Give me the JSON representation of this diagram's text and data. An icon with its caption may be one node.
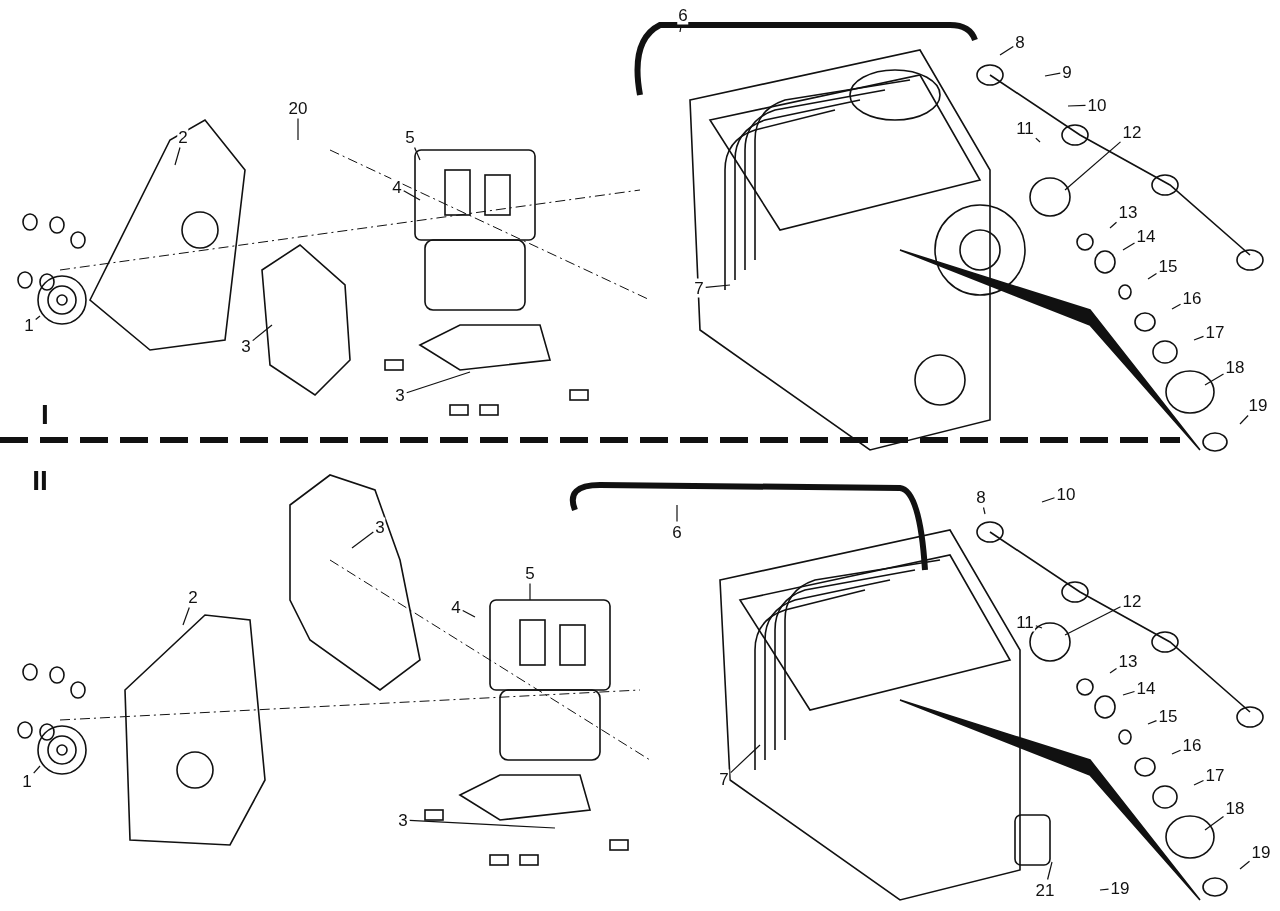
{
  "diagram": {
    "nodes": [
      {
        "text": [
          "6"
        ]
      },
      {
        "text": [
          "8"
        ]
      },
      {
        "text": [
          "9"
        ]
      },
      {
        "text": [
          "10"
        ]
      },
      {
        "text": [
          "20"
        ]
      },
      {
        "text": [
          "2"
        ]
      },
      {
        "text": [
          "5"
        ]
      },
      {
        "text": [
          "11"
        ]
      },
      {
        "text": [
          "12"
        ]
      },
      {
        "text": [
          "4"
        ]
      },
      {
        "text": [
          "13"
        ]
      },
      {
        "text": [
          "14"
        ]
      },
      {
        "text": [
          "15"
        ]
      },
      {
        "text": [
          "7"
        ]
      },
      {
        "text": [
          "16"
        ]
      },
      {
        "text": [
          "1"
        ]
      },
      {
        "text": [
          "3"
        ]
      },
      {
        "text": [
          "17"
        ]
      },
      {
        "text": [
          "3"
        ]
      },
      {
        "text": [
          "18"
        ]
      },
      {
        "text": [
          "19"
        ]
      },
      {
        "text": [
          "3"
        ]
      },
      {
        "text": [
          "6"
        ]
      },
      {
        "text": [
          "8"
        ]
      },
      {
        "text": [
          "10"
        ]
      },
      {
        "text": [
          "2"
        ]
      },
      {
        "text": [
          "5"
        ]
      },
      {
        "text": [
          "4"
        ]
      },
      {
        "text": [
          "11"
        ]
      },
      {
        "text": [
          "12"
        ]
      },
      {
        "text": [
          "13"
        ]
      },
      {
        "text": [
          "14"
        ]
      },
      {
        "text": [
          "15"
        ]
      },
      {
        "text": [
          "16"
        ]
      },
      {
        "text": [
          "1"
        ]
      },
      {
        "text": [
          "7"
        ]
      },
      {
        "text": [
          "17"
        ]
      },
      {
        "text": [
          "18"
        ]
      },
      {
        "text": [
          "3"
        ]
      },
      {
        "text": [
          "19"
        ]
      },
      {
        "text": [
          "21"
        ]
      },
      {
        "text": [
          "19"
        ]
      }
    ],
    "edges": [
      {
        "from": 0,
        "to": null,
        "arrow": "none"
      },
      {
        "from": 1,
        "to": null,
        "arrow": "none"
      },
      {
        "from": 2,
        "to": null,
        "arrow": "none"
      },
      {
        "from": 3,
        "to": null,
        "arrow": "none"
      },
      {
        "from": 4,
        "to": null,
        "arrow": "none"
      },
      {
        "from": 5,
        "to": null,
        "arrow": "none"
      },
      {
        "from": 6,
        "to": null,
        "arrow": "none"
      },
      {
        "from": 7,
        "to": null,
        "arrow": "none"
      },
      {
        "from": 8,
        "to": null,
        "arrow": "none"
      },
      {
        "from": 9,
        "to": null,
        "arrow": "none"
      },
      {
        "from": 10,
        "to": null,
        "arrow": "none"
      },
      {
        "from": 11,
        "to": null,
        "arrow": "none"
      },
      {
        "from": 12,
        "to": null,
        "arrow": "none"
      },
      {
        "from": 13,
        "to": null,
        "arrow": "none"
      },
      {
        "from": 14,
        "to": null,
        "arrow": "none"
      },
      {
        "from": 15,
        "to": null,
        "arrow": "none"
      },
      {
        "from": 16,
        "to": null,
        "arrow": "none"
      },
      {
        "from": 17,
        "to": null,
        "arrow": "none"
      },
      {
        "from": 18,
        "to": null,
        "arrow": "none"
      },
      {
        "from": 19,
        "to": null,
        "arrow": "none"
      },
      {
        "from": 20,
        "to": null,
        "arrow": "none"
      },
      {
        "from": 21,
        "to": null,
        "arrow": "none"
      },
      {
        "from": 22,
        "to": null,
        "arrow": "none"
      },
      {
        "from": 23,
        "to": null,
        "arrow": "none"
      },
      {
        "from": 24,
        "to": null,
        "arrow": "none"
      },
      {
        "from": 25,
        "to": null,
        "arrow": "none"
      },
      {
        "from": 26,
        "to": null,
        "arrow": "none"
      },
      {
        "from": 27,
        "to": null,
        "arrow": "none"
      },
      {
        "from": 28,
        "to": null,
        "arrow": "none"
      },
      {
        "from": 29,
        "to": null,
        "arrow": "none"
      },
      {
        "from": 30,
        "to": null,
        "arrow": "none"
      },
      {
        "from": 31,
        "to": null,
        "arrow": "none"
      },
      {
        "from": 32,
        "to": null,
        "arrow": "none"
      },
      {
        "from": 33,
        "to": null,
        "arrow": "none"
      },
      {
        "from": 34,
        "to": null,
        "arrow": "none"
      },
      {
        "from": 35,
        "to": null,
        "arrow": "none"
      },
      {
        "from": 36,
        "to": null,
        "arrow": "none"
      },
      {
        "from": 37,
        "to": null,
        "arrow": "none"
      },
      {
        "from": 38,
        "to": null,
        "arrow": "none"
      },
      {
        "from": 39,
        "to": null,
        "arrow": "none"
      },
      {
        "from": 40,
        "to": null,
        "arrow": "none"
      },
      {
        "from": 41,
        "to": null,
        "arrow": "none"
      }
    ],
    "labels": [
      "I",
      "II"
    ]
  }
}
